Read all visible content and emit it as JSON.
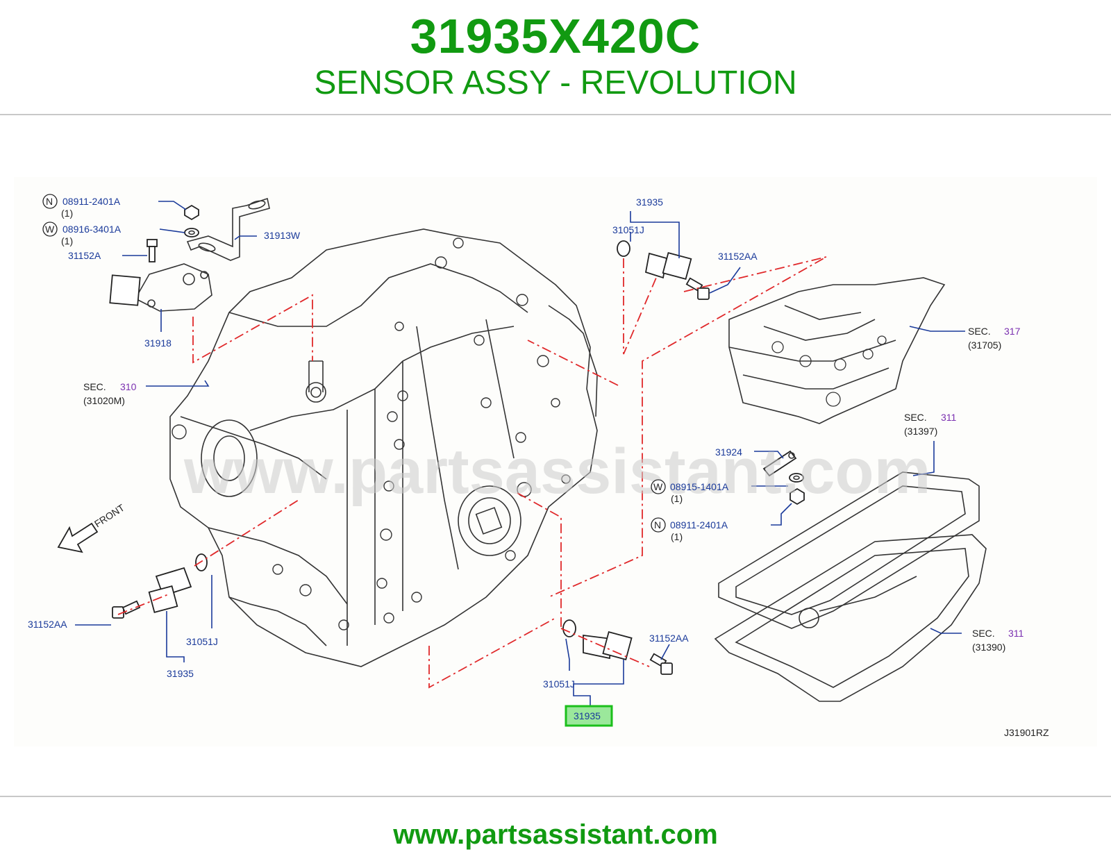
{
  "header": {
    "part_number": "31935X420C",
    "part_name": "SENSOR ASSY - REVOLUTION"
  },
  "watermark": "www.partsassistant.com",
  "footer": {
    "url": "www.partsassistant.com"
  },
  "diagram_code": "J31901RZ",
  "direction_label": "FRONT",
  "callouts": {
    "nut_top": {
      "marker": "N",
      "part": "08911-2401A",
      "qty": "(1)"
    },
    "washer_top": {
      "marker": "W",
      "part": "08916-3401A",
      "qty": "(1)"
    },
    "bolt_31152a": "31152A",
    "bracket": "31913W",
    "switch": "31918",
    "sec310": {
      "sec": "SEC.",
      "num": "310",
      "ref": "(31020M)"
    },
    "sensor_top": "31935",
    "oring_top": "31051J",
    "bolt_top": "31152AA",
    "sec317": {
      "sec": "SEC.",
      "num": "317",
      "ref": "(31705)"
    },
    "sec311a": {
      "sec": "SEC.",
      "num": "311",
      "ref": "(31397)"
    },
    "clip": "31924",
    "washer_mid": {
      "marker": "W",
      "part": "08915-1401A",
      "qty": "(1)"
    },
    "nut_mid": {
      "marker": "N",
      "part": "08911-2401A",
      "qty": "(1)"
    },
    "bolt_left": "31152AA",
    "oring_left": "31051J",
    "sensor_left": "31935",
    "sec311b": {
      "sec": "SEC.",
      "num": "311",
      "ref": "(31390)"
    },
    "bolt_bottom": "31152AA",
    "oring_bottom": "31051J",
    "sensor_highlighted": "31935"
  },
  "colors": {
    "brand_green": "#119a11",
    "callout_blue": "#1a3a9a",
    "section_purple": "#7a2fb0",
    "highlight_border": "#1bbf1b",
    "highlight_fill": "#9be89b",
    "phantom_line": "#e0282a"
  }
}
